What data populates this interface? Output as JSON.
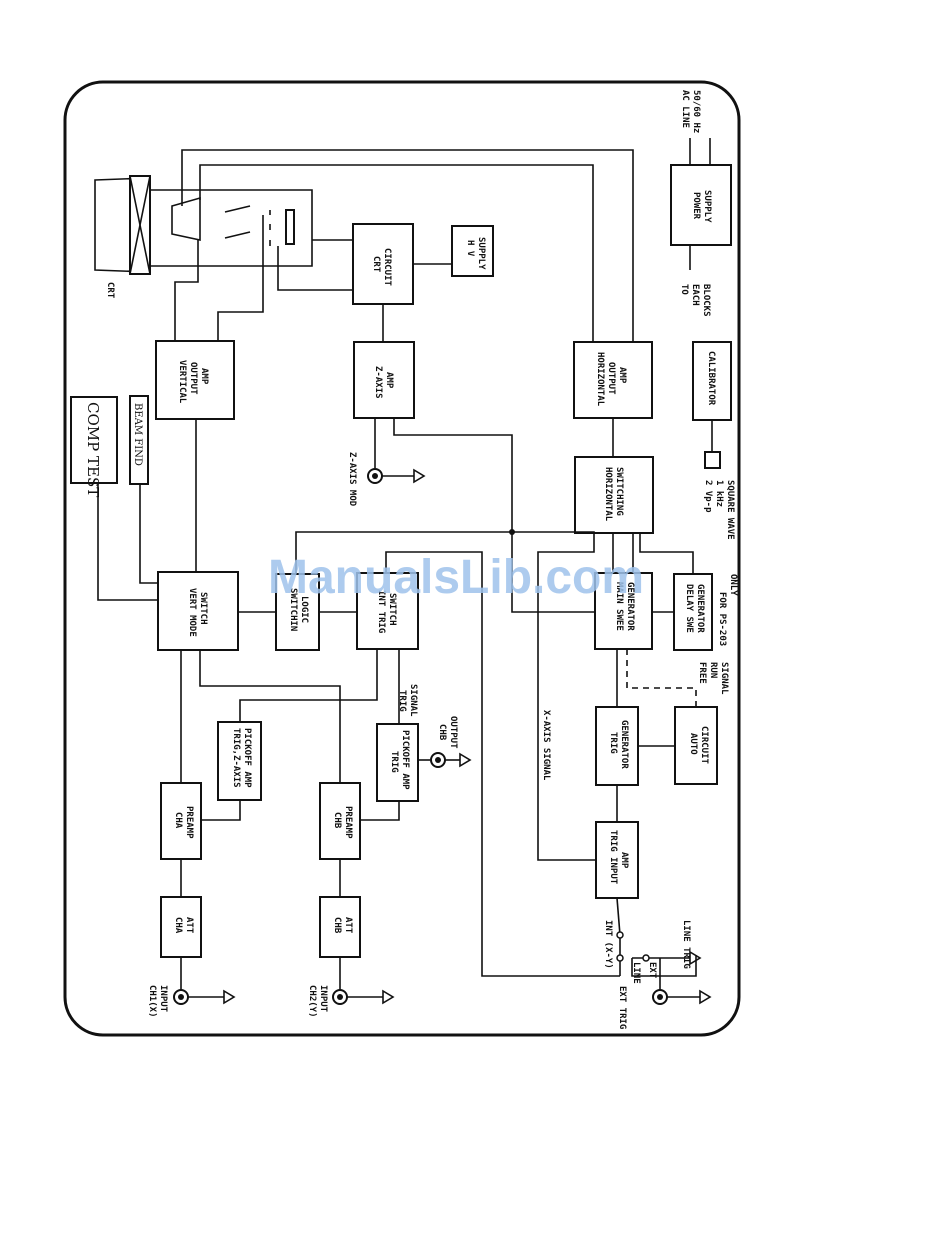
{
  "blocks": {
    "comp_test": "COMP TEST",
    "beam_find": "BEAM FIND",
    "vertical_output_amp": [
      "VERTICAL",
      "OUTPUT",
      "AMP"
    ],
    "crt_circuit": [
      "CRT",
      "CIRCUIT"
    ],
    "hv_supply": [
      "H V",
      "SUPPLY"
    ],
    "z_axis_amp": [
      "Z-AXIS",
      "AMP"
    ],
    "horizontal_output_amp": [
      "HORIZONTAL",
      "OUTPUT",
      "AMP"
    ],
    "horizontal_switching": [
      "HORIZONTAL",
      "SWITCHING"
    ],
    "power_supply": [
      "POWER",
      "SUPPLY"
    ],
    "calibrator": "CALIBRATOR",
    "vert_mode_switch": [
      "VERT MODE",
      "SWITCH"
    ],
    "switching_logic": [
      "SWITCHIN",
      "LOGIC"
    ],
    "int_trig_switch": [
      "INT TRIG",
      "SWITCH"
    ],
    "main_sweep_generator": [
      "MAIN SWEE",
      "GENERATOR"
    ],
    "delay_sweep_generator": [
      "DELAY SWE",
      "GENERATOR"
    ],
    "trig_z_axis_pickoff_amp": [
      "TRIG,Z-AXIS",
      "PICKOFF AMP"
    ],
    "trig_pickoff_amp": [
      "TRIG",
      "PICKOFF AMP"
    ],
    "trig_generator": [
      "TRIG",
      "GENERATOR"
    ],
    "auto_circuit": [
      "AUTO",
      "CIRCUIT"
    ],
    "ch_a_preamp": [
      "CHA",
      "PREAMP"
    ],
    "ch_b_preamp": [
      "CHB",
      "PREAMP"
    ],
    "trig_input_amp": [
      "TRIG INPUT",
      "AMP"
    ],
    "ch_a_att": [
      "CHA",
      "ATT"
    ],
    "ch_b_att": [
      "CHB",
      "ATT"
    ]
  },
  "labels": {
    "crt": "CRT",
    "ac_line": [
      "AC LINE",
      "50/60 Hz"
    ],
    "to_each_blocks": [
      "TO",
      "EACH",
      "BLOCKS"
    ],
    "z_axis_mod": "Z-AXIS MOD",
    "calibrator_output": [
      "2 Vp-p",
      "1 kHz",
      "SQUARE WAVE"
    ],
    "for_model": [
      "FOR PS-203",
      "ONLY"
    ],
    "free_run_signal": [
      "FREE",
      "RUN",
      "SIGNAL"
    ],
    "trig_signal": [
      "TRIG",
      "SIGNAL"
    ],
    "ch_b_output": [
      "CHB",
      "OUTPUT"
    ],
    "x_axis_signal": "X-AXIS SIGNAL",
    "ch1_input": [
      "CH1(X)",
      "INPUT"
    ],
    "ch2_input": [
      "CH2(Y)",
      "INPUT"
    ],
    "int_xy": "INT (X-Y)",
    "line": "LINE",
    "ext": "EXT",
    "line_trig": "LINE TRIG",
    "ext_trig": "EXT TRIG"
  },
  "watermark": "ManualsLib.com"
}
